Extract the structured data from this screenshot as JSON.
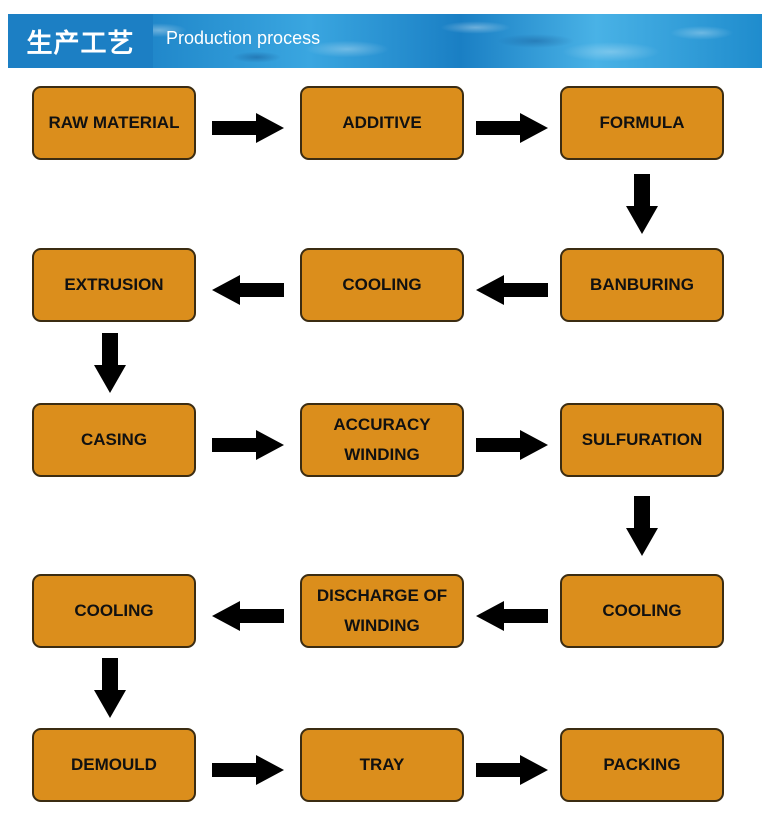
{
  "header": {
    "title_cn": "生产工艺",
    "title_en": "Production process"
  },
  "colors": {
    "box_fill": "#db8e1c",
    "box_border": "#3b2c12",
    "arrow": "#000000",
    "header_blue": "#1c7fc4"
  },
  "steps": [
    {
      "id": "raw-material",
      "label": "RAW MATERIAL"
    },
    {
      "id": "additive",
      "label": "ADDITIVE"
    },
    {
      "id": "formula",
      "label": "FORMULA"
    },
    {
      "id": "banburing",
      "label": "BANBURING"
    },
    {
      "id": "cooling-1",
      "label": "COOLING"
    },
    {
      "id": "extrusion",
      "label": "EXTRUSION"
    },
    {
      "id": "casing",
      "label": "CASING"
    },
    {
      "id": "accuracy-winding",
      "label": "ACCURACY WINDING"
    },
    {
      "id": "sulfuration",
      "label": "SULFURATION"
    },
    {
      "id": "cooling-2",
      "label": "COOLING"
    },
    {
      "id": "discharge-of-winding",
      "label": "DISCHARGE OF WINDING"
    },
    {
      "id": "cooling-3",
      "label": "COOLING"
    },
    {
      "id": "demould",
      "label": "DEMOULD"
    },
    {
      "id": "tray",
      "label": "TRAY"
    },
    {
      "id": "packing",
      "label": "PACKING"
    }
  ],
  "flow": [
    {
      "from": "raw-material",
      "to": "additive",
      "direction": "right"
    },
    {
      "from": "additive",
      "to": "formula",
      "direction": "right"
    },
    {
      "from": "formula",
      "to": "banburing",
      "direction": "down"
    },
    {
      "from": "banburing",
      "to": "cooling-1",
      "direction": "left"
    },
    {
      "from": "cooling-1",
      "to": "extrusion",
      "direction": "left"
    },
    {
      "from": "extrusion",
      "to": "casing",
      "direction": "down"
    },
    {
      "from": "casing",
      "to": "accuracy-winding",
      "direction": "right"
    },
    {
      "from": "accuracy-winding",
      "to": "sulfuration",
      "direction": "right"
    },
    {
      "from": "sulfuration",
      "to": "cooling-2",
      "direction": "down"
    },
    {
      "from": "cooling-2",
      "to": "discharge-of-winding",
      "direction": "left"
    },
    {
      "from": "discharge-of-winding",
      "to": "cooling-3",
      "direction": "left"
    },
    {
      "from": "cooling-3",
      "to": "demould",
      "direction": "down"
    },
    {
      "from": "demould",
      "to": "tray",
      "direction": "right"
    },
    {
      "from": "tray",
      "to": "packing",
      "direction": "right"
    }
  ]
}
